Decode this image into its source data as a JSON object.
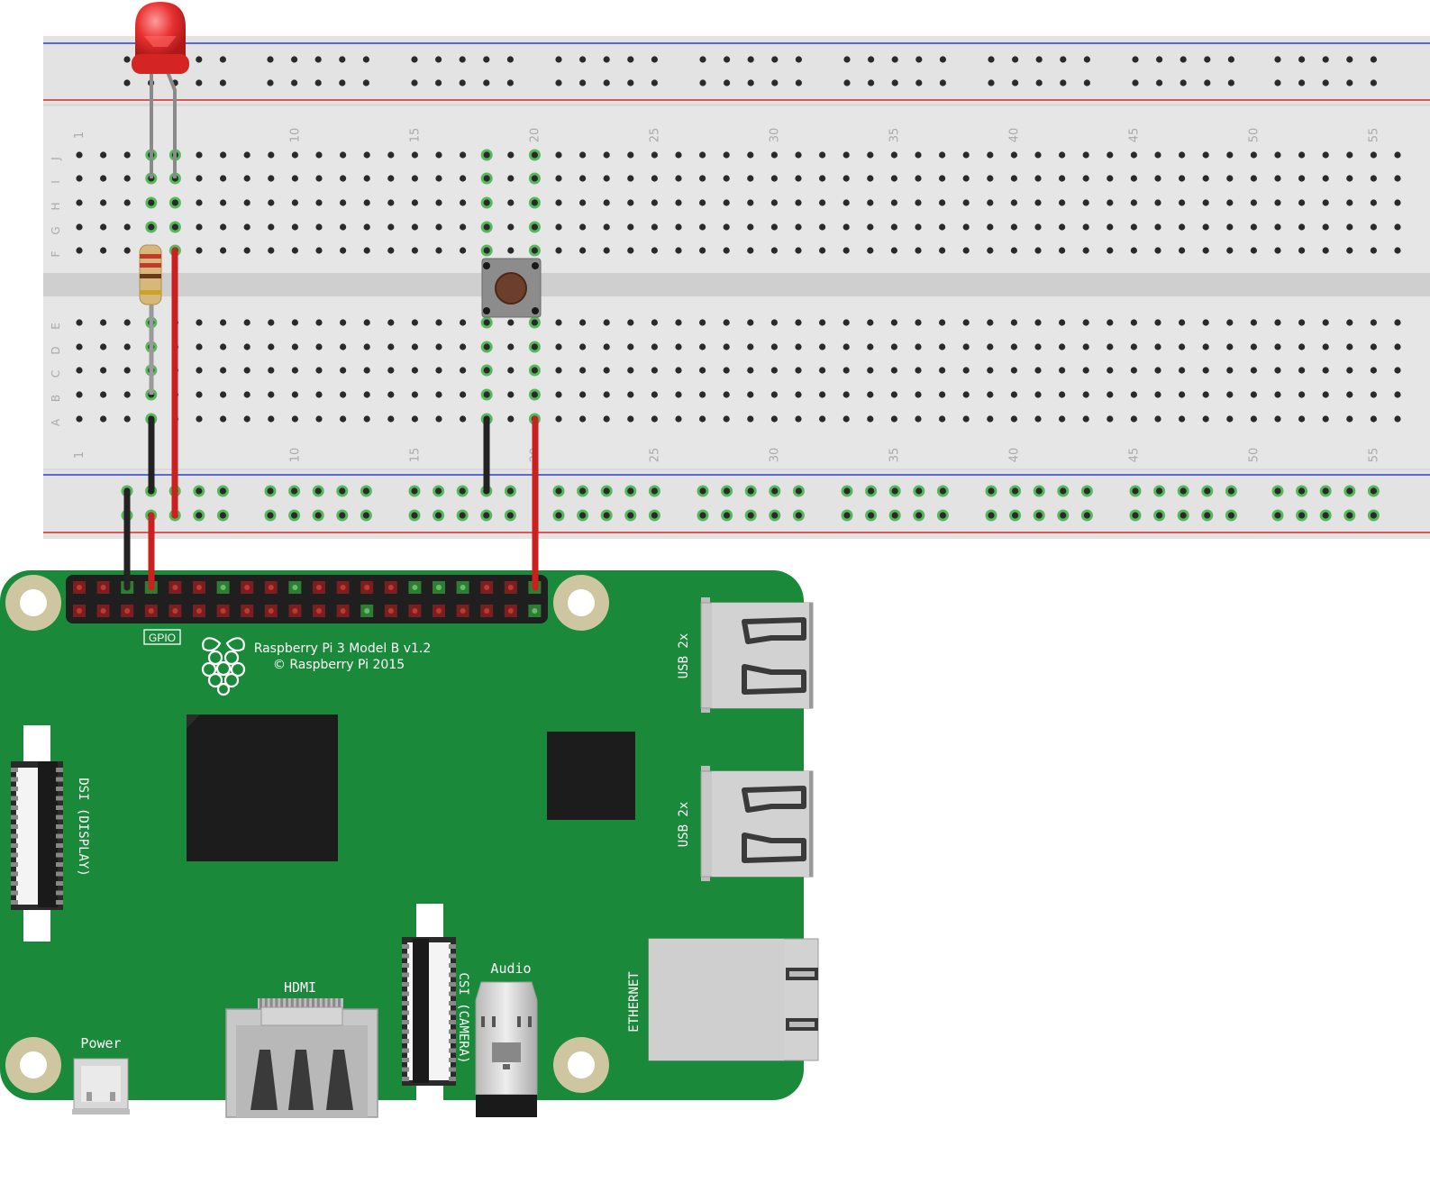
{
  "breadboard": {
    "column_numbers": [
      "1",
      "10",
      "15",
      "20",
      "25",
      "30",
      "35",
      "40",
      "45",
      "50",
      "55"
    ],
    "row_letters_top": [
      "J",
      "I",
      "H",
      "G",
      "F"
    ],
    "row_letters_bottom": [
      "E",
      "D",
      "C",
      "B",
      "A"
    ]
  },
  "pi": {
    "title_line1": "Raspberry Pi 3 Model B v1.2",
    "title_line2": "© Raspberry Pi 2015",
    "gpio_label": "GPIO",
    "dsi_label": "DSI (DISPLAY)",
    "csi_label": "CSI (CAMERA)",
    "hdmi_label": "HDMI",
    "power_label": "Power",
    "audio_label": "Audio",
    "usb_label_top": "USB 2x",
    "usb_label_bottom": "USB 2x",
    "ethernet_label": "ETHERNET"
  },
  "colors": {
    "pcb": "#1a8a3a",
    "breadboard": "#d9d9d9",
    "rail_red": "#d62b2b",
    "rail_blue": "#2b3fd6",
    "wire_red": "#cc1f1f",
    "wire_black": "#222222",
    "led": "#e83030",
    "highlight_green": "#3cb043"
  },
  "components": [
    {
      "name": "led",
      "color": "red"
    },
    {
      "name": "resistor"
    },
    {
      "name": "pushbutton"
    }
  ]
}
